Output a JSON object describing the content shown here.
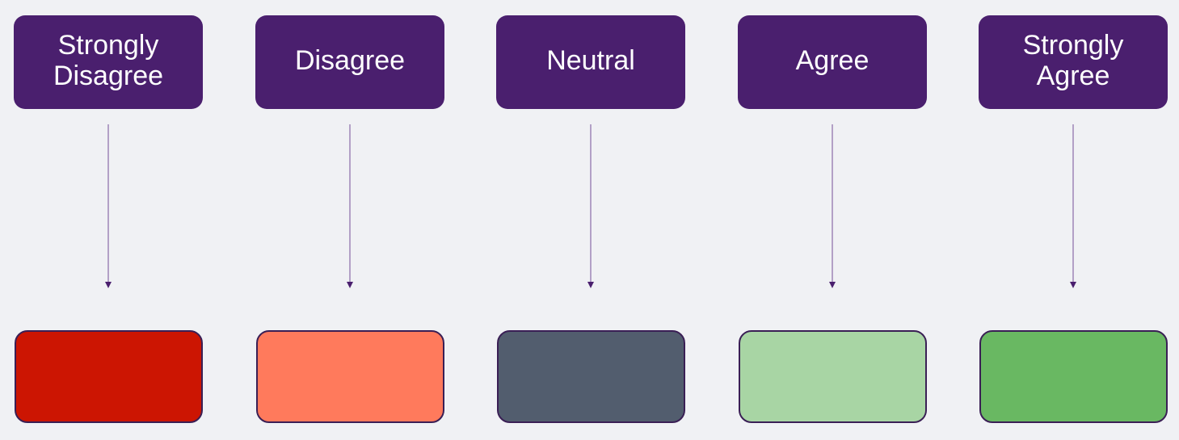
{
  "scale": {
    "colors": {
      "label_background": "#4a1f6e",
      "label_text": "#ffffff",
      "connector": "#4a1f6e",
      "swatch_border": "#3a1f55"
    },
    "options": [
      {
        "label": "Strongly\nDisagree",
        "color": "#cc1502"
      },
      {
        "label": "Disagree",
        "color": "#ff7a5c"
      },
      {
        "label": "Neutral",
        "color": "#525d6e"
      },
      {
        "label": "Agree",
        "color": "#a8d5a4"
      },
      {
        "label": "Strongly\nAgree",
        "color": "#69b862"
      }
    ]
  }
}
